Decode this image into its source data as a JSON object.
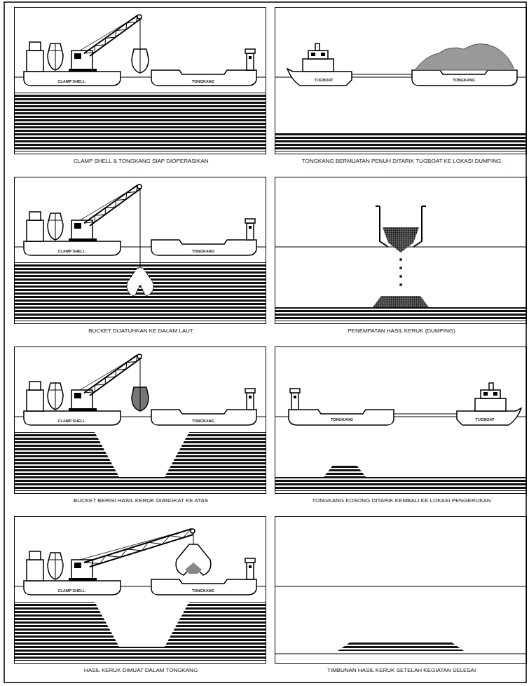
{
  "diagram": {
    "nodes": [
      {
        "text": [
          "CLAMP SHELL & TONGKANG SIAP DIOPERASIKAN"
        ]
      },
      {
        "text": [
          "BUCKET DIJATUHKAN KE DALAM LAUT"
        ]
      },
      {
        "text": [
          "BUCKET BERISI HASIL KERUK DIANGKAT KE ATAS"
        ]
      },
      {
        "text": [
          "HASIL KERUK DIMUAT DALAM TONGKANG"
        ]
      },
      {
        "text": [
          "TONGKANG BERMUATAN PENUH DITARIK TUGBOAT KE LOKASI DUMPING"
        ]
      },
      {
        "text": [
          "PENEMPATAN HASIL KERUK (DUMPING)"
        ]
      },
      {
        "text": [
          "TONGKANG KOSONG DITARIK KEMBALI KE LOKASI PENGERUKAN"
        ]
      },
      {
        "text": [
          "TIMBUNAN HASIL KERUK SETELAH KEGIATAN SELESAI"
        ]
      }
    ],
    "labels": [
      "CLAMP SHELL",
      "TONGKANG",
      "CLAMP SHELL",
      "TONGKANG",
      "CLAMP SHELL",
      "TONGKANG",
      "CLAMP SHELL",
      "TONGKANG",
      "TUGBOAT",
      "TONGKANG",
      "TONGKANG",
      "TUGBOAT"
    ]
  }
}
